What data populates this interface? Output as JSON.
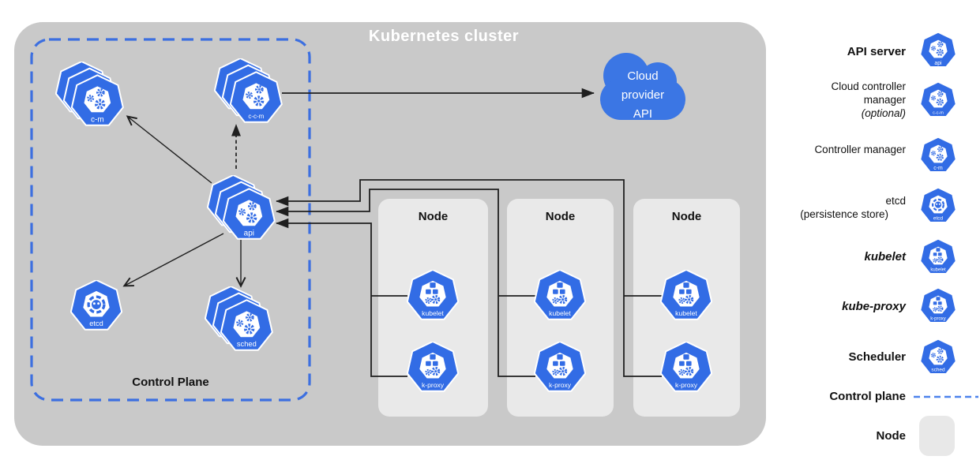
{
  "colors": {
    "k8s_blue": "#326ce5",
    "cloud_blue": "#3b76e4",
    "cluster_bg": "#c9c9c9",
    "node_bg": "#e9e9e9",
    "line": "#1f1f1f",
    "control_plane_dash": "#3c6fe0"
  },
  "cluster": {
    "title": "Kubernetes cluster",
    "control_plane_label": "Control Plane"
  },
  "cloud": {
    "line1": "Cloud",
    "line2": "provider",
    "line3": "API"
  },
  "control_plane_icons": {
    "cm": "c-m",
    "ccm": "c-c-m",
    "api": "api",
    "etcd": "etcd",
    "sched": "sched"
  },
  "nodes": [
    {
      "title": "Node",
      "kubelet": "kubelet",
      "kproxy": "k-proxy"
    },
    {
      "title": "Node",
      "kubelet": "kubelet",
      "kproxy": "k-proxy"
    },
    {
      "title": "Node",
      "kubelet": "kubelet",
      "kproxy": "k-proxy"
    }
  ],
  "legend": {
    "api_server": {
      "label": "API server",
      "icon_label": "api"
    },
    "ccm": {
      "label": "Cloud controller manager",
      "note": "(optional)",
      "icon_label": "c-c-m"
    },
    "cm": {
      "label": "Controller manager",
      "icon_label": "c-m"
    },
    "etcd": {
      "label": "etcd",
      "note": "(persistence store)",
      "icon_label": "etcd"
    },
    "kubelet": {
      "label": "kubelet",
      "icon_label": "kubelet"
    },
    "kproxy": {
      "label": "kube-proxy",
      "icon_label": "k-proxy"
    },
    "scheduler": {
      "label": "Scheduler",
      "icon_label": "sched"
    },
    "control_plane": {
      "label": "Control plane"
    },
    "node": {
      "label": "Node"
    }
  }
}
